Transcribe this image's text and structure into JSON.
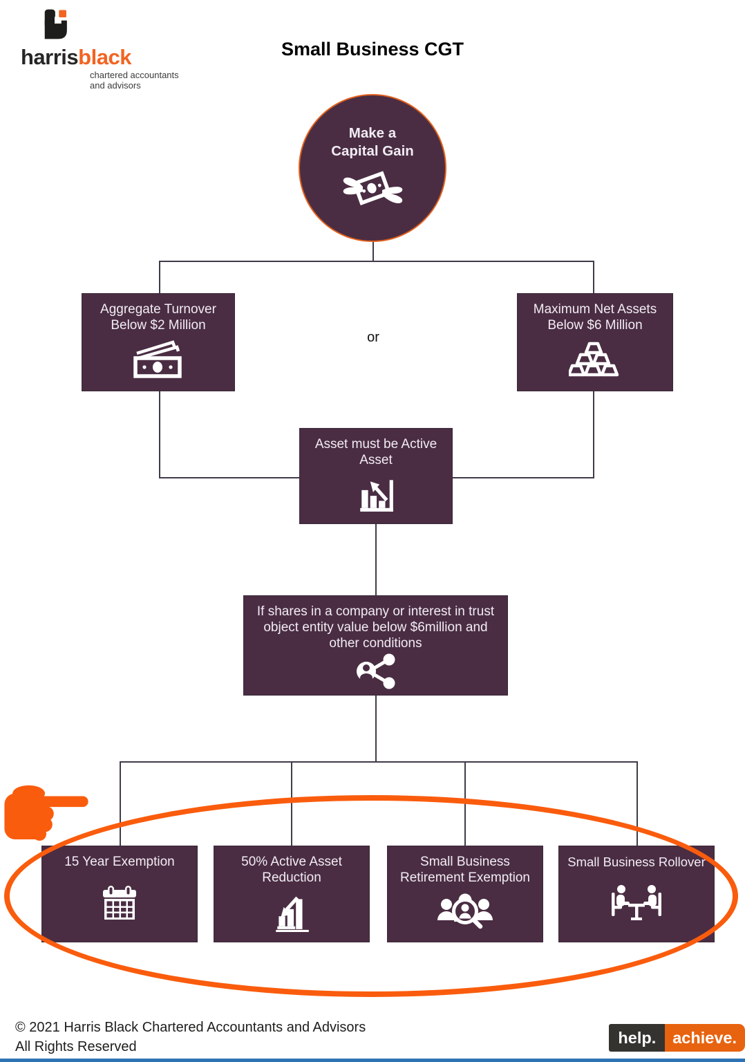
{
  "colors": {
    "purple": "#4a2d43",
    "brand_orange": "#f26422",
    "accent_orange": "#fa5c0d",
    "badge_orange": "#e8630f",
    "badge_dark": "#343330",
    "connector": "#413a49",
    "circle_orange": "#e2611c",
    "strip_blue": "#2e74b5",
    "text_dark": "#1d1d1b",
    "node_text": "#f2ecf4"
  },
  "header": {
    "title": "Small Business CGT"
  },
  "logo": {
    "brand_first": "harris",
    "brand_second": "black",
    "tagline_line1": "chartered accountants",
    "tagline_line2": "and advisors",
    "mark_icon": "harrisblack-mark-icon"
  },
  "flow": {
    "start": {
      "label": "Make a Capital Gain",
      "icon": "flying-money-icon"
    },
    "or_label": "or",
    "turnover": {
      "label": "Aggregate Turnover Below $2 Million",
      "icon": "banknotes-icon"
    },
    "net_assets": {
      "label": "Maximum Net Assets Below $6 Million",
      "icon": "gold-bars-icon"
    },
    "active_asset": {
      "label": "Asset must be Active Asset",
      "icon": "bar-chart-rise-icon"
    },
    "shares_condition": {
      "label": "If shares in a company or interest in trust object entity value below $6million and other conditions",
      "icon": "person-share-icon"
    },
    "exemption_15_year": {
      "label": "15 Year Exemption",
      "icon": "calendar-icon"
    },
    "active_asset_reduction": {
      "label": "50% Active Asset Reduction",
      "icon": "bar-chart-reduce-icon"
    },
    "retirement_exemption": {
      "label": "Small Business Retirement Exemption",
      "icon": "people-search-icon"
    },
    "rollover": {
      "label": "Small Business Rollover",
      "icon": "meeting-table-icon"
    }
  },
  "annotations": {
    "hand_icon": "pointing-hand-icon"
  },
  "footer": {
    "copyright_line1": "© 2021 Harris Black Chartered Accountants and Advisors",
    "copyright_line2": "All Rights Reserved",
    "badge": {
      "help_label": "help.",
      "achieve_label": "achieve."
    }
  }
}
